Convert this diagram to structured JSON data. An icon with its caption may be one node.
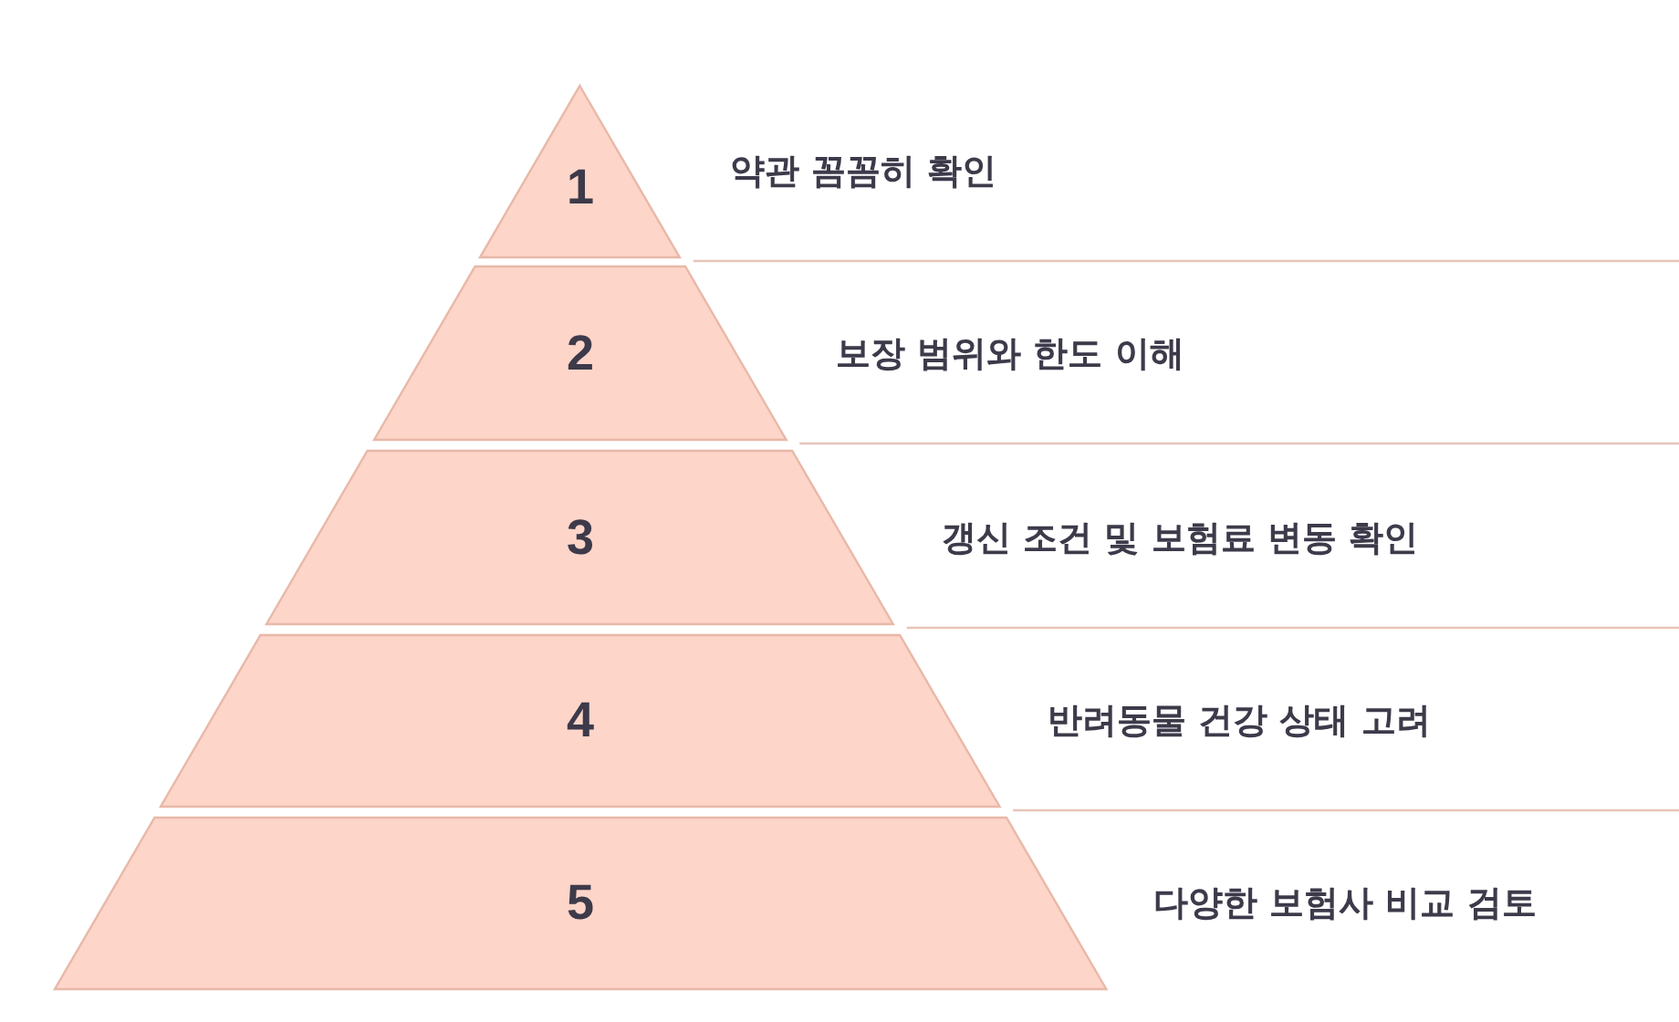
{
  "diagram": {
    "nodes": [
      {
        "text": [
          "1"
        ],
        "beside": [
          "약관 꼼꼼히 확인"
        ]
      },
      {
        "text": [
          "2"
        ],
        "beside": [
          "보장 범위와 한도 이해"
        ]
      },
      {
        "text": [
          "3"
        ],
        "beside": [
          "갱신 조건 및 보험료 변동 확인"
        ]
      },
      {
        "text": [
          "4"
        ],
        "beside": [
          "반려동물 건강 상태 고려"
        ]
      },
      {
        "text": [
          "5"
        ],
        "beside": [
          "다양한 보험사 비교 검토"
        ]
      }
    ]
  }
}
